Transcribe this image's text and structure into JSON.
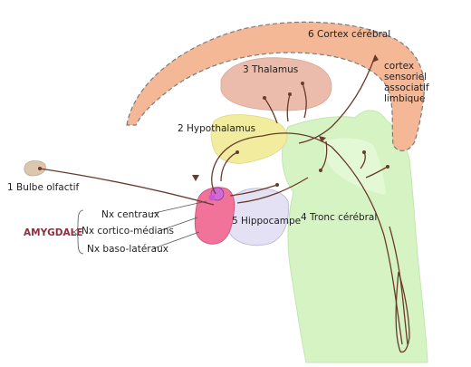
{
  "labels": {
    "cortex": "6 Cortex cérébral",
    "cortex_assoc": [
      "cortex",
      "sensoriel",
      "associatif",
      "limbique"
    ],
    "thalamus": "3 Thalamus",
    "hypothalamus": "2 Hypothalamus",
    "bulbe": "1 Bulbe olfactif",
    "hippocampe": "5 Hippocampe",
    "tronc": "4 Tronc cérébral",
    "amygdale": "AMYGDALE",
    "nx_centraux": "Nx centraux",
    "nx_cortico": "Nx cortico-médians",
    "nx_baso": "Nx baso-latéraux"
  },
  "colors": {
    "cortex": "#f4b896",
    "thalamus": "#ebbcab",
    "hypothalamus": "#f1ec9e",
    "bulbe": "#dcc6ad",
    "hippocampe": "#e3e1f3",
    "tronc": "#d6f3c4",
    "amygdale": "#f1739a",
    "amygdale_core": "#d06ad6",
    "fiber": "#6a3a2c",
    "amygdale_label": "#8e2f3e"
  }
}
